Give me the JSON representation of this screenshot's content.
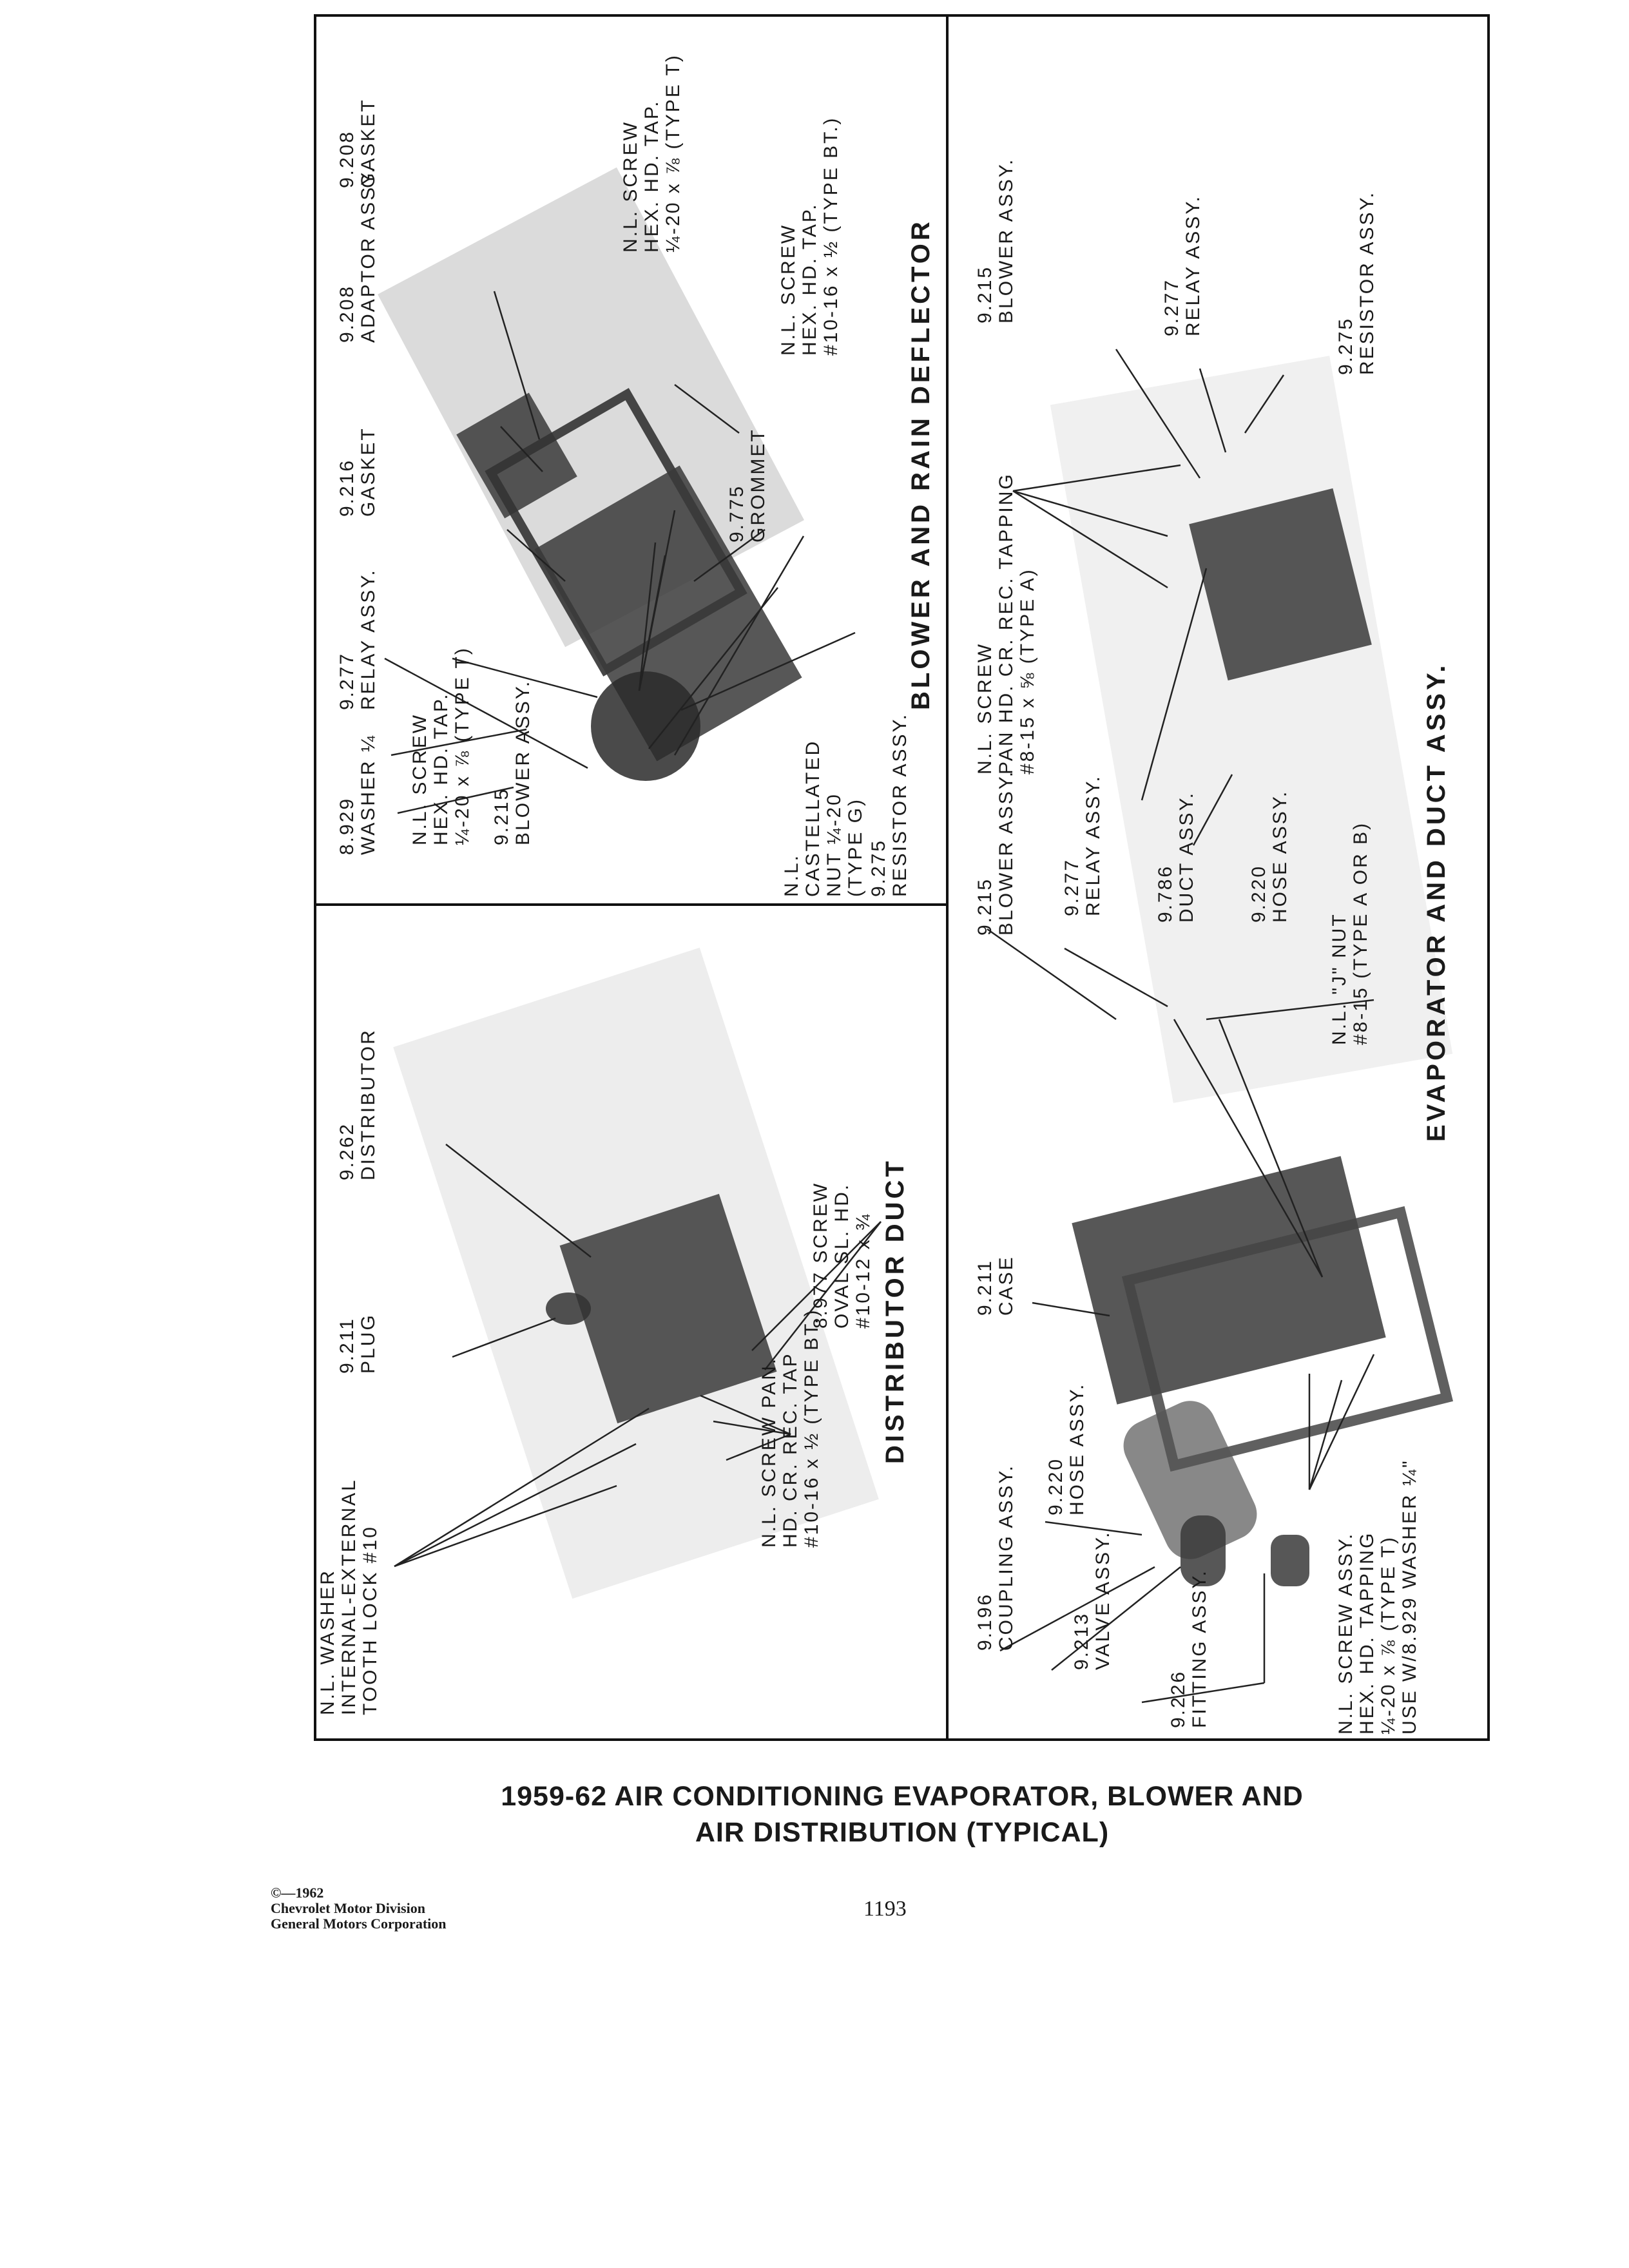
{
  "top_right_panel": {
    "title": "BLOWER AND RAIN DEFLECTOR",
    "labels": [
      "8.929\nWASHER ¼",
      "9.277\nRELAY ASSY.",
      "9.216\nGASKET",
      "9.208\nADAPTOR ASSY.",
      "9.208\nGASKET",
      "N.L. SCREW\nHEX. HD. TAP.\n¼-20 x ⅞ (TYPE T)",
      "9.215\nBLOWER ASSY.",
      "N.L. SCREW\nHEX. HD. TAP.\n¼-20 x ⅞ (TYPE T)",
      "N.L. SCREW\nHEX. HD. TAP.\n#10-16 x ½ (TYPE BT.)",
      "9.775\nGROMMET",
      "N.L.\nCASTELLATED\nNUT ¼-20\n(TYPE G)",
      "9.275\nRESISTOR ASSY."
    ]
  },
  "top_left_panel": {
    "title": "DISTRIBUTOR DUCT",
    "labels": [
      "N.L. WASHER\nINTERNAL-EXTERNAL\nTOOTH LOCK #10",
      "9.211\nPLUG",
      "9.262\nDISTRIBUTOR",
      "N.L. SCREW PAN.\nHD. CR. REC. TAP\n#10-16 x ½ (TYPE BT.)",
      "8.977 SCREW\nOVAL SL. HD.\n#10-12 x ¾"
    ]
  },
  "bottom_panel": {
    "title": "EVAPORATOR AND DUCT ASSY.",
    "labels": [
      "9.196\nCOUPLING ASSY.",
      "9.220\nHOSE ASSY.",
      "9.213\nVALVE ASSY.",
      "9.226\nFITTING ASSY.",
      "N.L. SCREW ASSY.\nHEX. HD. TAPPING\n¼-20 x ⅞ (TYPE T)\nUSE W/8.929 WASHER ¼\"",
      "9.211\nCASE",
      "N.L. \"J\" NUT\n#8-15 (TYPE A OR B)",
      "9.215\nBLOWER ASSY.",
      "9.277\nRELAY ASSY.",
      "9.786\nDUCT ASSY.",
      "9.220\nHOSE ASSY.",
      "N.L. SCREW\nPAN HD. CR. REC. TAPPING\n#8-15 x ⅝ (TYPE A)",
      "9.215\nBLOWER ASSY.",
      "9.277\nRELAY ASSY.",
      "9.275\nRESISTOR ASSY."
    ]
  },
  "caption": {
    "line1": "1959-62 AIR CONDITIONING EVAPORATOR, BLOWER AND",
    "line2": "AIR DISTRIBUTION (TYPICAL)"
  },
  "copyright": {
    "line1": "©—1962",
    "line2": "Chevrolet Motor Division",
    "line3": "General Motors Corporation"
  },
  "page_number": "1193"
}
